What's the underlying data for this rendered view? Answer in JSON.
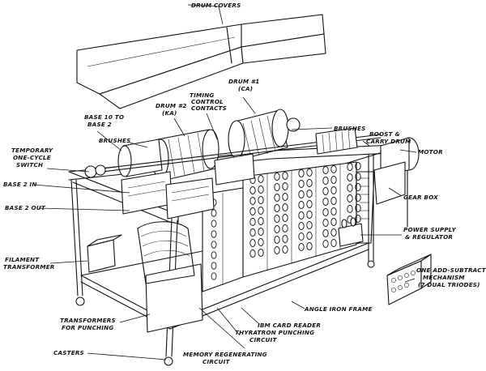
{
  "labels": {
    "drum_covers": "DRUM COVERS",
    "drum1": "DRUM #1",
    "drum1_sub": "(CA)",
    "drum2": "DRUM #2",
    "drum2_sub": "(KA)",
    "timing1": "TIMING",
    "timing2": "CONTROL",
    "timing3": "CONTACTS",
    "base10_1": "BASE 10 TO",
    "base10_2": "BASE 2",
    "brushes_left": "BRUSHES",
    "brushes_right": "BRUSHES",
    "boost1": "BOOST &",
    "boost2": "CARRY DRUM",
    "motor": "MOTOR",
    "temp1": "TEMPORARY",
    "temp2": "ONE-CYCLE",
    "temp3": "SWITCH",
    "base2in": "BASE 2 IN",
    "base2out": "BASE 2 OUT",
    "gearbox": "GEAR BOX",
    "power1": "POWER SUPPLY",
    "power2": "& REGULATOR",
    "filament1": "FILAMENT",
    "filament2": "TRANSFORMER",
    "addsub1": "ONE ADD-SUBTRACT",
    "addsub2": "MECHANISM",
    "addsub3": "(7 DUAL TRIODES)",
    "angle_iron": "ANGLE IRON FRAME",
    "ibm": "IBM CARD READER",
    "thyratron1": "THYRATRON PUNCHING",
    "thyratron2": "CIRCUIT",
    "transformers1": "TRANSFORMERS",
    "transformers2": "FOR PUNCHING",
    "memory1": "MEMORY REGENERATING",
    "memory2": "CIRCUIT",
    "casters": "CASTERS"
  }
}
